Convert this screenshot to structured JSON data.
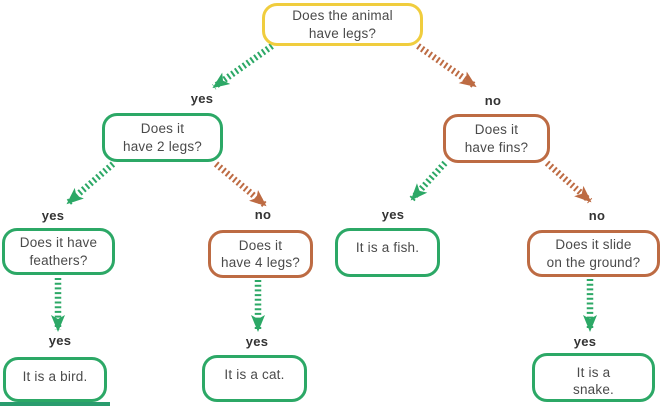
{
  "diagram": {
    "type": "decision-tree-flowchart",
    "topic": "animal classification"
  },
  "nodes": {
    "root": {
      "text": "Does the animal\nhave legs?"
    },
    "two_legs": {
      "text": "Does it\nhave 2 legs?"
    },
    "fins": {
      "text": "Does it\nhave fins?"
    },
    "feathers": {
      "text": "Does it have\nfeathers?"
    },
    "four_legs": {
      "text": "Does it\nhave 4 legs?"
    },
    "fish": {
      "text": "It is a fish."
    },
    "slide": {
      "text": "Does it slide\non the ground?"
    },
    "bird": {
      "text": "It is a bird."
    },
    "cat": {
      "text": "It is a cat."
    },
    "snake": {
      "text": "It is a\nsnake."
    }
  },
  "edge_labels": {
    "yes": "yes",
    "no": "no"
  },
  "colors": {
    "root_border": "#f0cd3e",
    "yes_branch": "#2ca866",
    "no_branch": "#bd6b43",
    "node_text": "#4a4a4a",
    "edge_label_text": "#333333",
    "bottom_rule": "#2a9c6e",
    "background": "#ffffff"
  }
}
